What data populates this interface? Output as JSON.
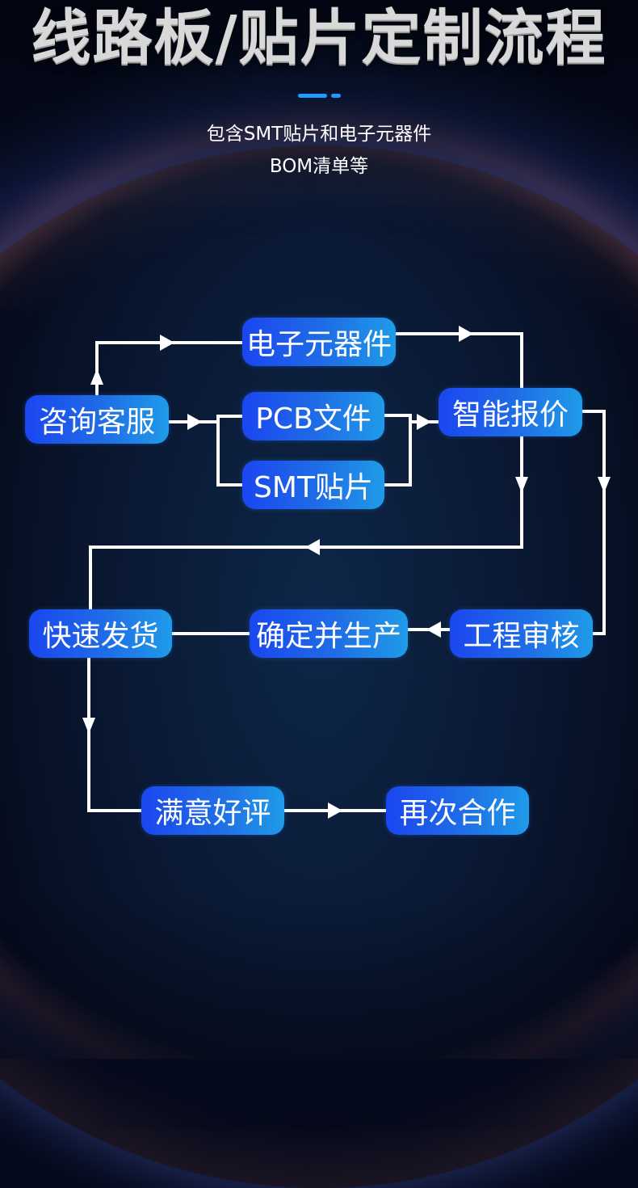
{
  "header": {
    "title": "线路板/贴片定制流程",
    "subtitle_line1": "包含SMT贴片和电子元器件",
    "subtitle_line2": "BOM清单等"
  },
  "flow": {
    "nodes": {
      "components": "电子元器件",
      "consult": "咨询客服",
      "pcb_file": "PCB文件",
      "smt": "SMT贴片",
      "quote": "智能报价",
      "fast_ship": "快速发货",
      "confirm_produce": "确定并生产",
      "engineering_review": "工程审核",
      "good_review": "满意好评",
      "cooperate_again": "再次合作"
    }
  },
  "colors": {
    "node_gradient_start": "#1a46f0",
    "node_gradient_end": "#1f9be8",
    "accent": "#1e9bff",
    "line": "#ffffff",
    "background": "#050a1c"
  }
}
